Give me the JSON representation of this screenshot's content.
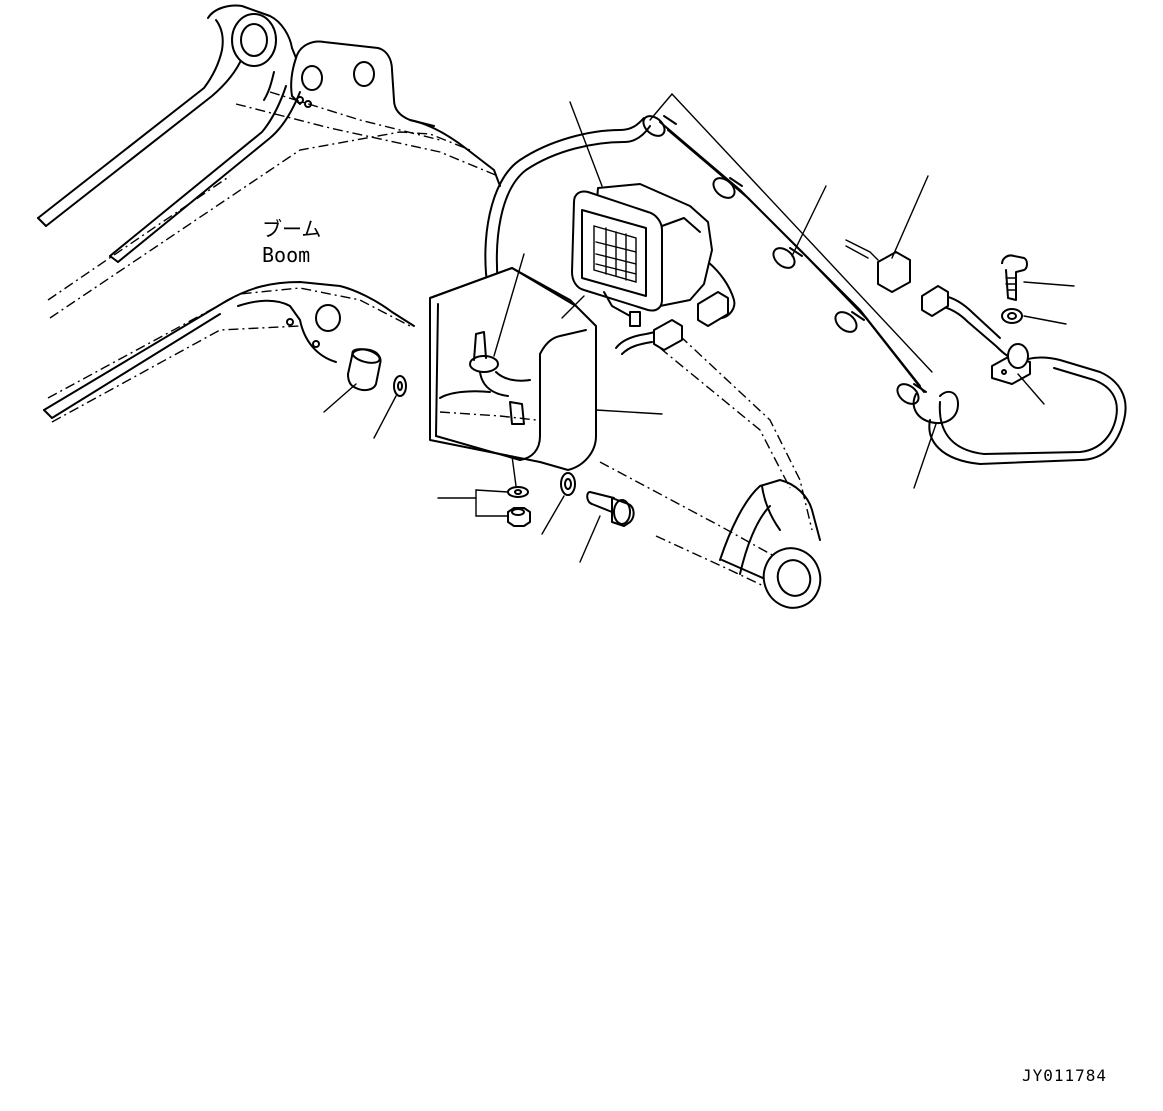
{
  "diagram": {
    "label_jp": "ブーム",
    "label_en": "Boom",
    "drawing_code": "JY011784"
  }
}
